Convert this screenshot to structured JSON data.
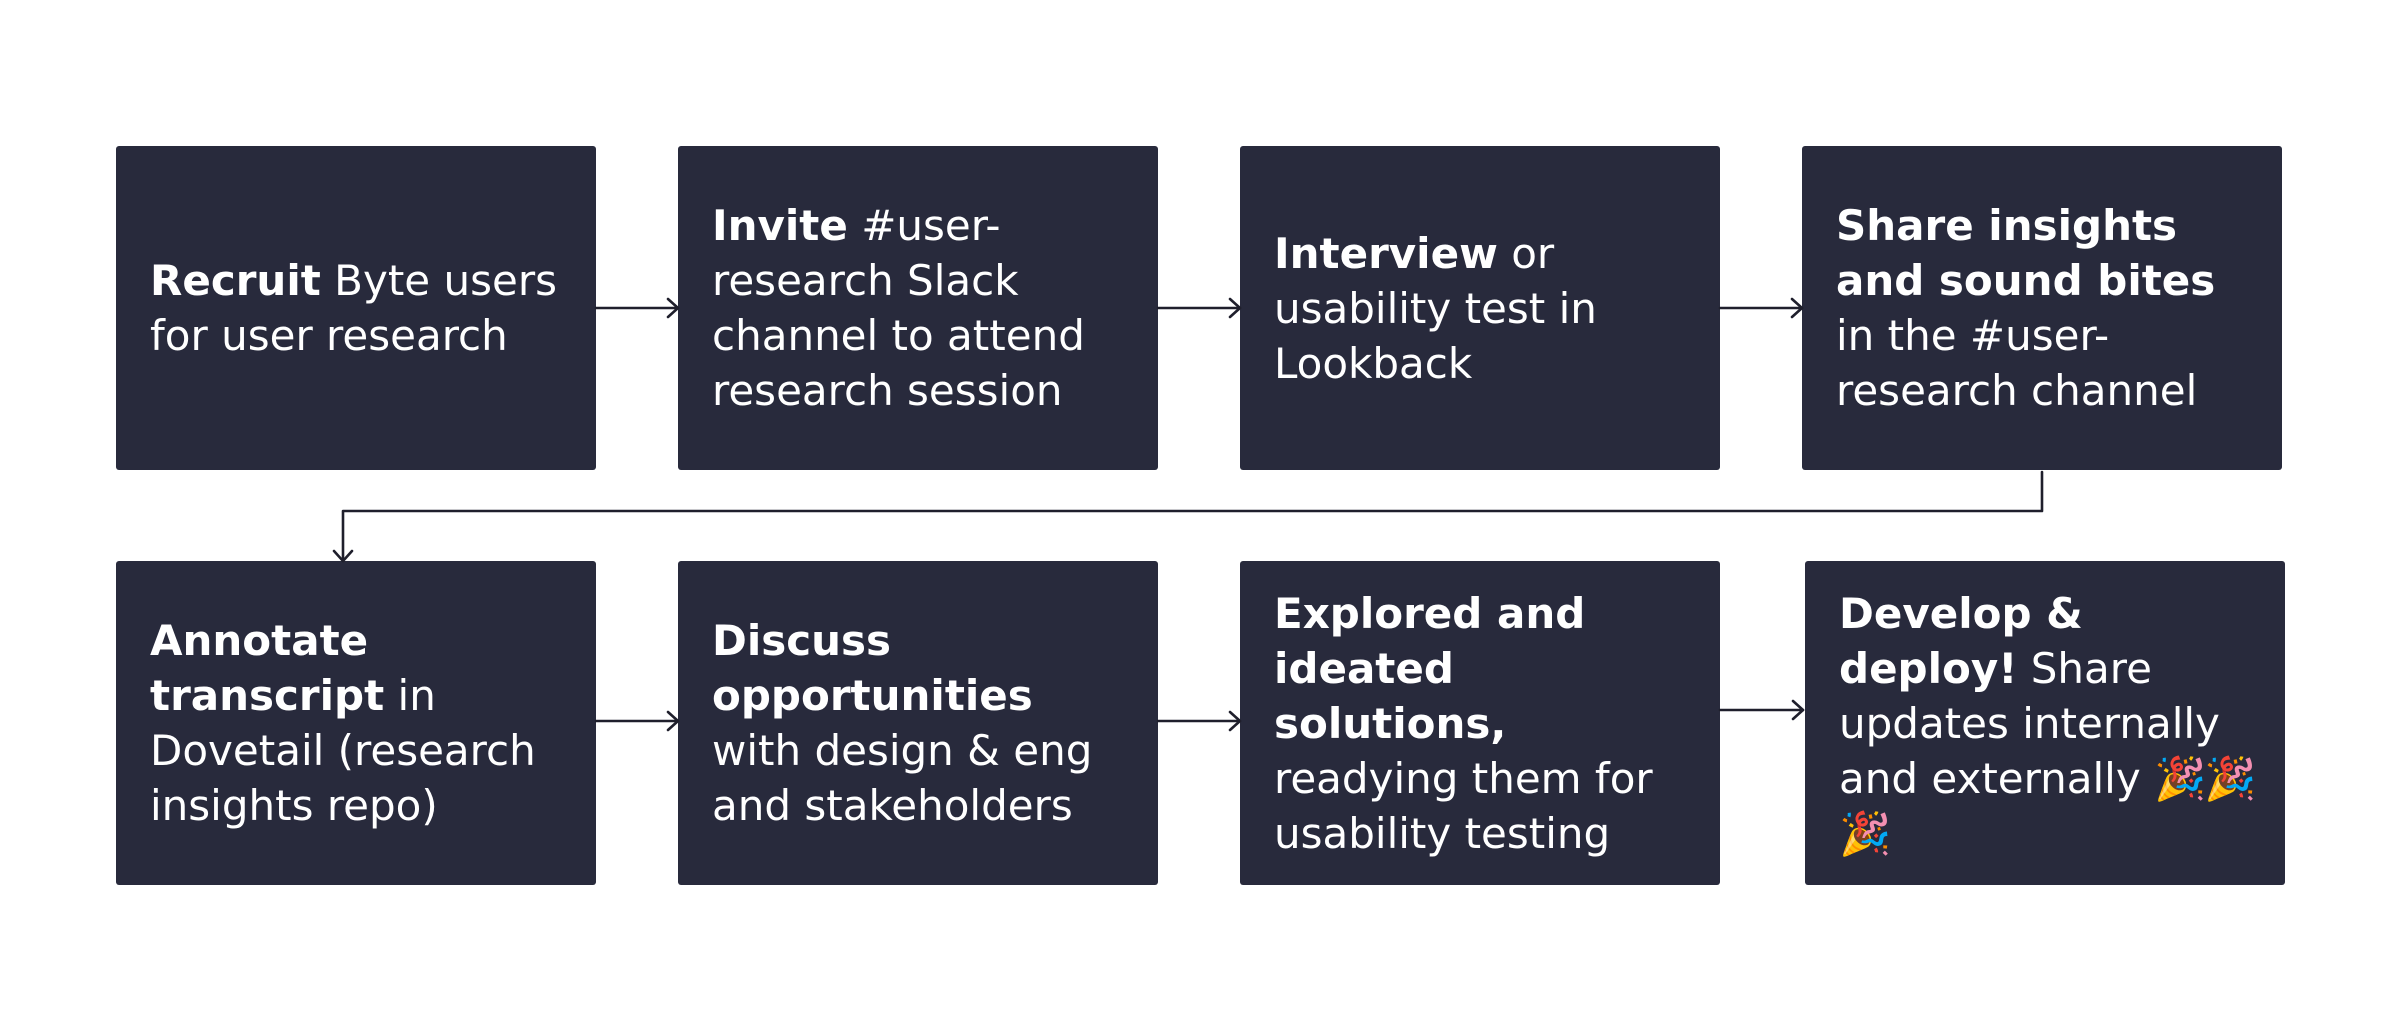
{
  "flow": {
    "steps": [
      {
        "bold": "Recruit",
        "rest": " Byte users for user research",
        "emoji": ""
      },
      {
        "bold": "Invite",
        "rest": " #user-research Slack channel to attend research session",
        "emoji": ""
      },
      {
        "bold": "Interview",
        "rest": " or usability test in Lookback",
        "emoji": ""
      },
      {
        "bold": "Share insights and sound bites",
        "rest": " in the #user-research channel",
        "emoji": ""
      },
      {
        "bold": "Annotate transcript",
        "rest": " in Dovetail (research insights repo)",
        "emoji": ""
      },
      {
        "bold": "Discuss opportunities",
        "rest": " with design & eng and stakeholders",
        "emoji": ""
      },
      {
        "bold": "Explored and ideated solutions,",
        "rest": " readying them for usability testing",
        "emoji": ""
      },
      {
        "bold": "Develop & deploy!",
        "rest": " Share updates internally and externally ",
        "emoji": "🎉🎉🎉"
      }
    ]
  },
  "colors": {
    "box_fill": "#282a3c",
    "box_text": "#ffffff",
    "connector": "#1f1f2c",
    "background": "#ffffff"
  }
}
